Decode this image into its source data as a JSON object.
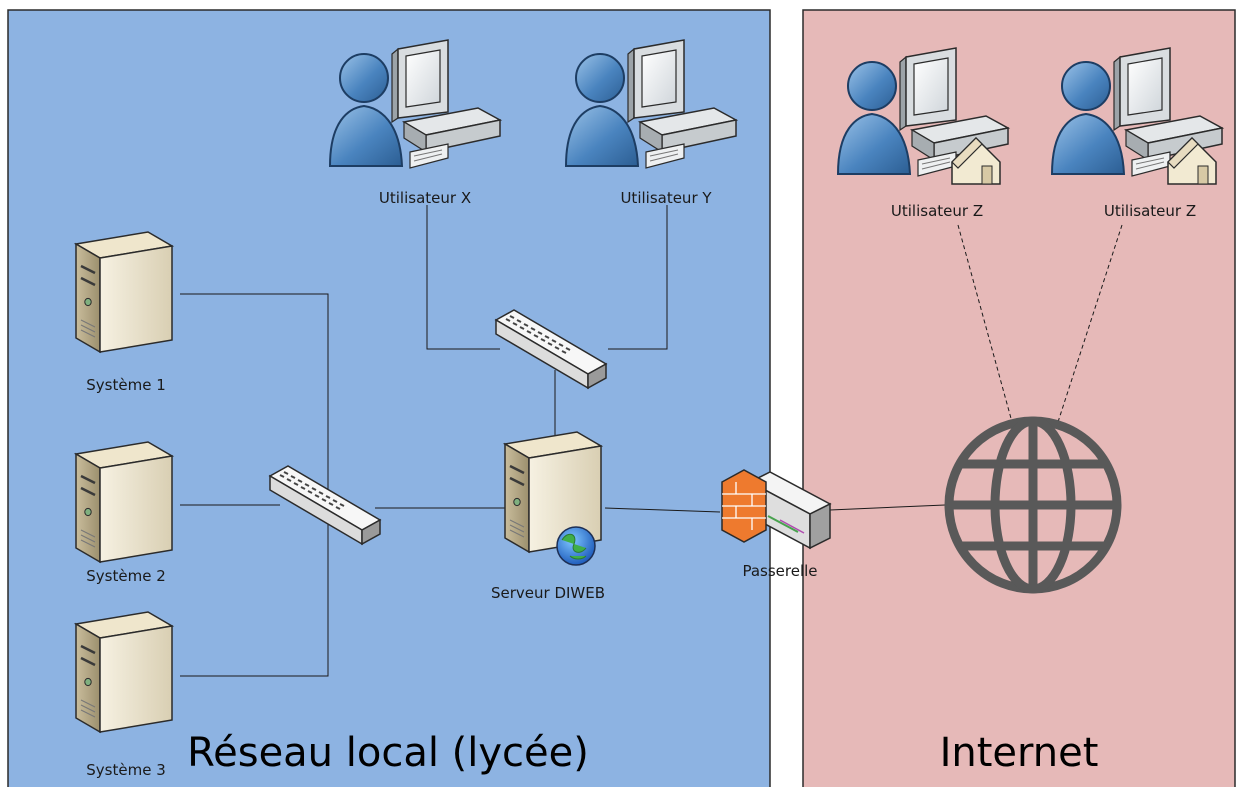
{
  "zones": {
    "local": {
      "title": "Réseau local (lycée)",
      "color": "#8db3e2"
    },
    "internet": {
      "title": "Internet",
      "color": "#e6b9b8"
    }
  },
  "nodes": {
    "systeme1": "Système 1",
    "systeme2": "Système 2",
    "systeme3": "Système 3",
    "user_x": "Utilisateur X",
    "user_y": "Utilisateur Y",
    "user_z1": "Utilisateur Z",
    "user_z2": "Utilisateur Z",
    "server": "Serveur DIWEB",
    "gateway": "Passerelle"
  },
  "icons": {
    "server": "server-tower-icon",
    "switch": "network-switch-icon",
    "user": "user-workstation-icon",
    "home": "home-icon",
    "firewall": "firewall-gateway-icon",
    "globe": "globe-icon"
  }
}
